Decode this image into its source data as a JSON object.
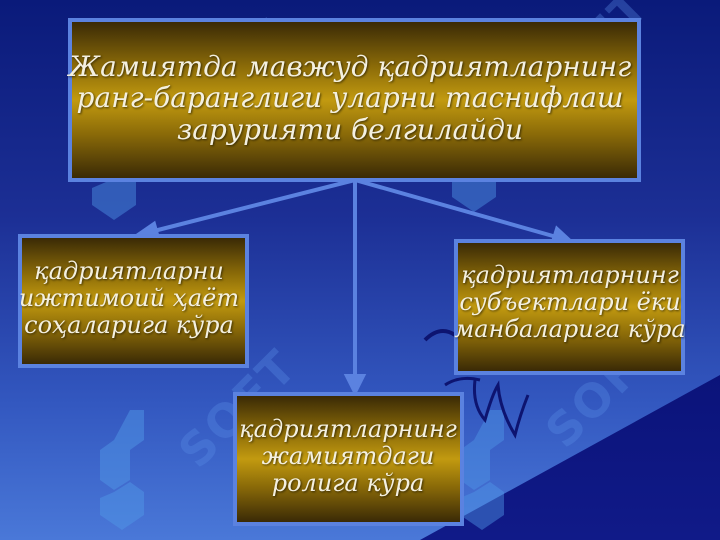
{
  "slide": {
    "main_box": {
      "lines": [
        "Жамиятда мавжуд қадриятларнинг",
        "ранг-баранглиги уларни таснифлаш",
        "зарурияти белгилайди"
      ]
    },
    "left_box": {
      "lines": [
        "қадриятларни",
        "ижтимоий ҳаёт",
        "соҳаларига кўра"
      ]
    },
    "right_box": {
      "lines": [
        "қадриятларнинг",
        "субъектлари ёки",
        "манбаларига кўра"
      ]
    },
    "bottom_box": {
      "lines": [
        "қадриятларнинг",
        "жамиятдаги",
        "ролига кўра"
      ]
    },
    "watermark_text": "SOFT"
  }
}
